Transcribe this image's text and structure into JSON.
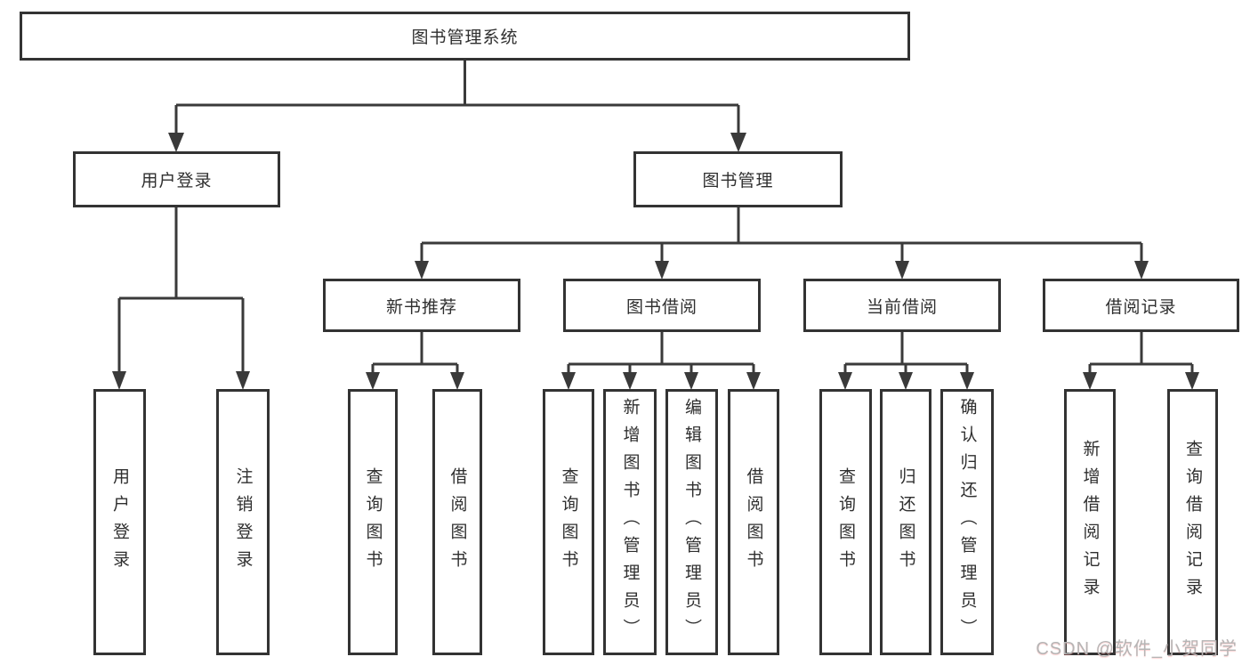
{
  "diagram": {
    "root": {
      "label": "图书管理系统"
    },
    "level2": [
      {
        "label": "用户登录"
      },
      {
        "label": "图书管理"
      }
    ],
    "level3": [
      {
        "label": "新书推荐"
      },
      {
        "label": "图书借阅"
      },
      {
        "label": "当前借阅"
      },
      {
        "label": "借阅记录"
      }
    ],
    "leaves": [
      {
        "label": "用户登录"
      },
      {
        "label": "注销登录"
      },
      {
        "label": "查询图书"
      },
      {
        "label": "借阅图书"
      },
      {
        "label": "查询图书"
      },
      {
        "label": "新增图书（管理员）"
      },
      {
        "label": "编辑图书（管理员）"
      },
      {
        "label": "借阅图书"
      },
      {
        "label": "查询图书"
      },
      {
        "label": "归还图书"
      },
      {
        "label": "确认归还（管理员）"
      },
      {
        "label": "新增借阅记录"
      },
      {
        "label": "查询借阅记录"
      }
    ]
  },
  "watermark": {
    "text": "CSDN @软件_小贺同学"
  },
  "colors": {
    "line": "#3a3a3a",
    "box_border": "#333333",
    "text": "#2f2f2f",
    "background": "#ffffff",
    "watermark": "#b5b5b5"
  }
}
